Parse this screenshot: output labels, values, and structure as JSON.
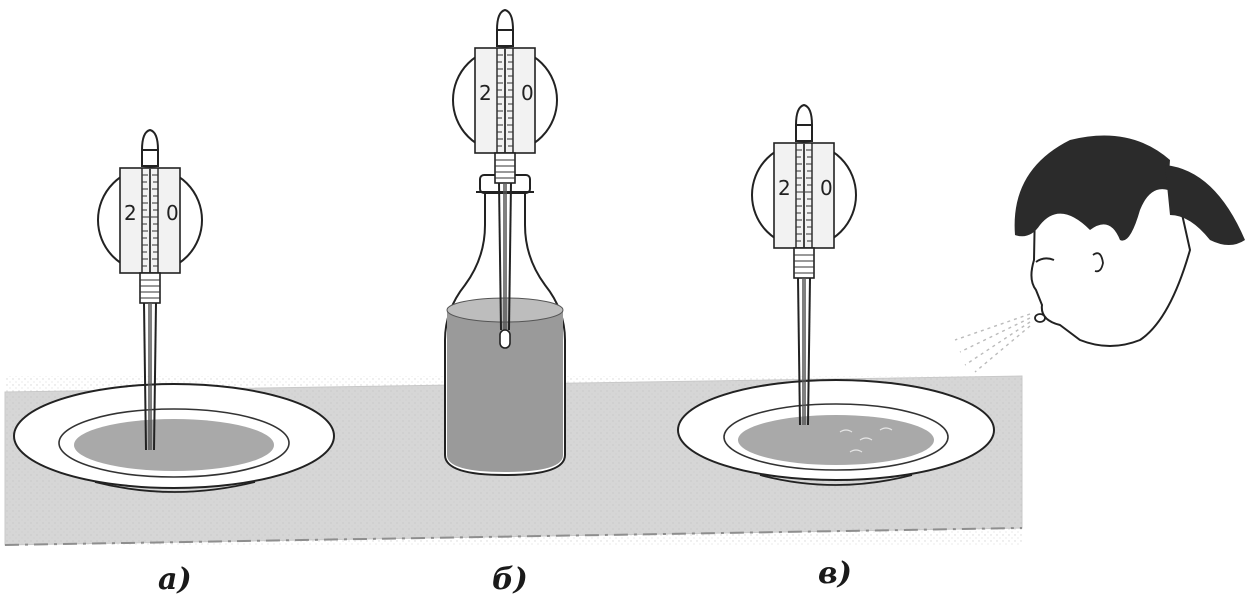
{
  "panels": [
    {
      "caption": "а)",
      "scale_left": "2",
      "scale_right": "0"
    },
    {
      "caption": "б)",
      "scale_left": "2",
      "scale_right": "0"
    },
    {
      "caption": "в)",
      "scale_left": "2",
      "scale_right": "0"
    }
  ],
  "colors": {
    "table": "#d6d6d6",
    "water": "#a9a9a9",
    "bottle_glass": "#9a9a9a",
    "hair": "#2b2b2b"
  }
}
